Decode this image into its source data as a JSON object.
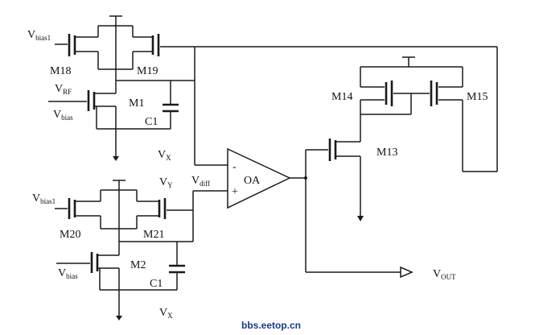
{
  "labels": {
    "vbias1_top": {
      "main": "V",
      "sub": "bias1"
    },
    "m18": "M18",
    "m19": "M19",
    "vrf": {
      "main": "V",
      "sub": "RF"
    },
    "vbias_top": {
      "main": "V",
      "sub": "bias"
    },
    "m1": "M1",
    "c1_top": "C1",
    "vx_top": {
      "main": "V",
      "sub": "X"
    },
    "vy": {
      "main": "V",
      "sub": "Y"
    },
    "vdiff": {
      "main": "V",
      "sub": "diff"
    },
    "oa": "OA",
    "minus": "-",
    "plus": "+",
    "m14": "M14",
    "m15": "M15",
    "m13": "M13",
    "vbias1_bot": {
      "main": "V",
      "sub": "bias1"
    },
    "m20": "M20",
    "m21": "M21",
    "m2": "M2",
    "vbias_bot": {
      "main": "V",
      "sub": "bias"
    },
    "c1_bot": "C1",
    "vx_bot": {
      "main": "V",
      "sub": "X"
    },
    "vout": {
      "main": "V",
      "sub": "OUT"
    }
  },
  "watermark": "bbs.eetop.cn"
}
